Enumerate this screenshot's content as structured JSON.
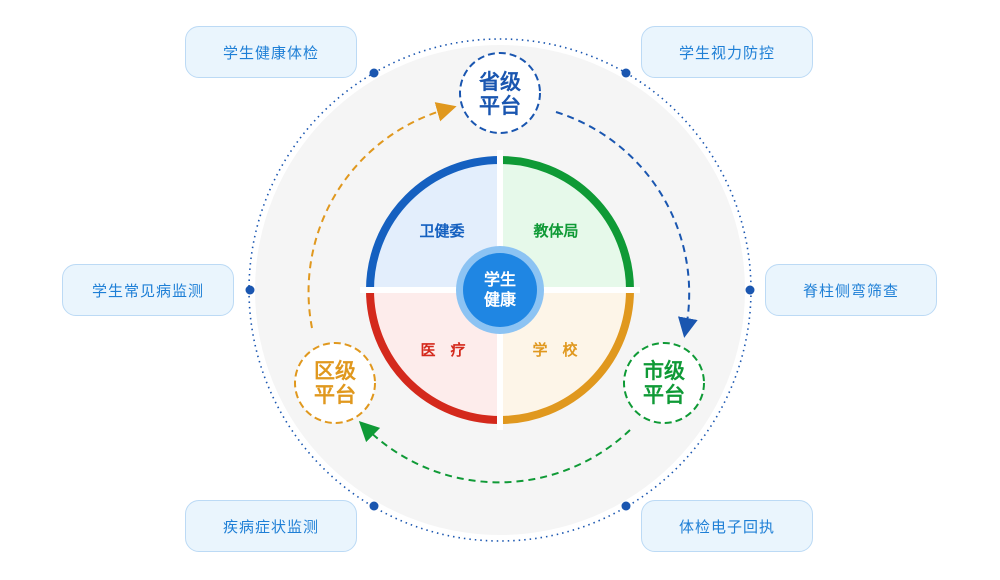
{
  "center": {
    "line1": "学生",
    "line2": "健康"
  },
  "quadrants": [
    {
      "label": "卫健委",
      "color": "#1560c0"
    },
    {
      "label": "教体局",
      "color": "#0f9a36"
    },
    {
      "label": "医　疗",
      "color": "#d4291c"
    },
    {
      "label": "学　校",
      "color": "#e0981e"
    }
  ],
  "platforms": [
    {
      "line1": "省级",
      "line2": "平台",
      "color": "#1a56b0"
    },
    {
      "line1": "市级",
      "line2": "平台",
      "color": "#0f9a36"
    },
    {
      "line1": "区级",
      "line2": "平台",
      "color": "#e0981e"
    }
  ],
  "functions": [
    "学生健康体检",
    "学生视力防控",
    "学生常见病监测",
    "脊柱侧弯筛查",
    "疾病症状监测",
    "体检电子回执"
  ]
}
